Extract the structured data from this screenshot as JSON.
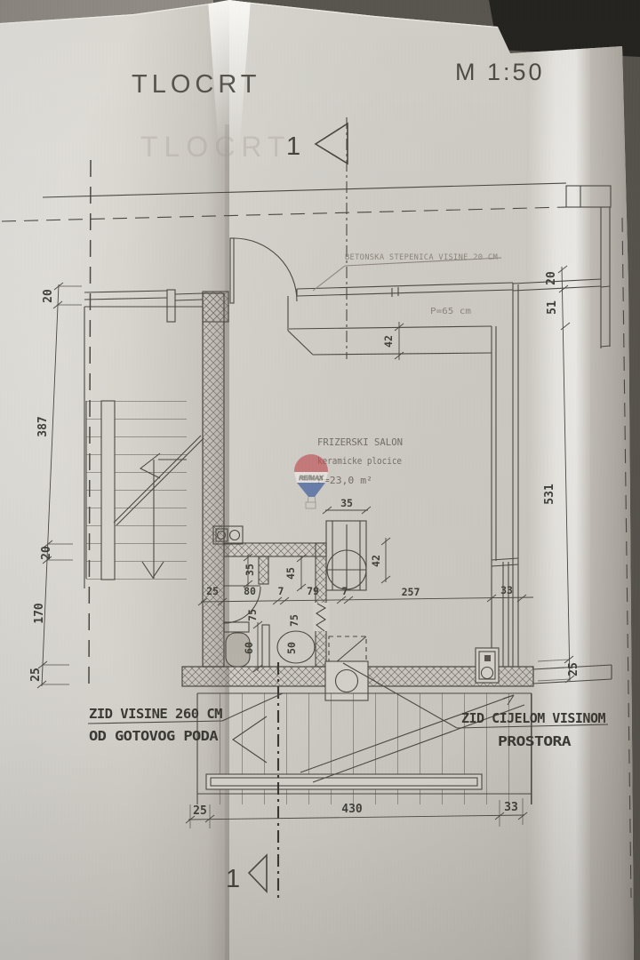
{
  "title": "TLOCRT",
  "ghost_title": "TLOCRT",
  "scale_label": "M 1:50",
  "section": {
    "top_number": "1",
    "bottom_number": "1"
  },
  "watermark": {
    "brand": "RE/MAX",
    "red": "#bf4f53",
    "blue": "#35559a"
  },
  "notes": {
    "concrete_step": "BETONSKA STEPENICA VISINE 20 CM",
    "step_depth": "P=65 cm",
    "room_name": "FRIZERSKI SALON",
    "room_finish": "keramicke plocice",
    "room_area": "P=23,0 m²",
    "wall_left_line1": "ZID VISINE 260 CM",
    "wall_left_line2": "OD GOTOVOG PODA",
    "wall_right_line1": "ZID CIJELOM VISINOM",
    "wall_right_line2": "PROSTORA"
  },
  "dims": {
    "left": [
      "20",
      "387",
      "20",
      "170",
      "25"
    ],
    "right": [
      "20",
      "51",
      "531",
      "25"
    ],
    "bottom": [
      "25",
      "430",
      "33"
    ],
    "step_depth": "42",
    "basin_width": "35",
    "basin_depth": "42",
    "stub_height": "35",
    "niche_height": "45",
    "wall_thk_left": "25",
    "wc_width": "80",
    "partition_thk_a": "7",
    "shower_width": "79",
    "partition_thk_b": "7",
    "salon_width": "257",
    "wall_thk_right": "33",
    "door_width_a": "75",
    "door_width_b": "75",
    "wc_depth": "60",
    "sink_width": "50"
  }
}
